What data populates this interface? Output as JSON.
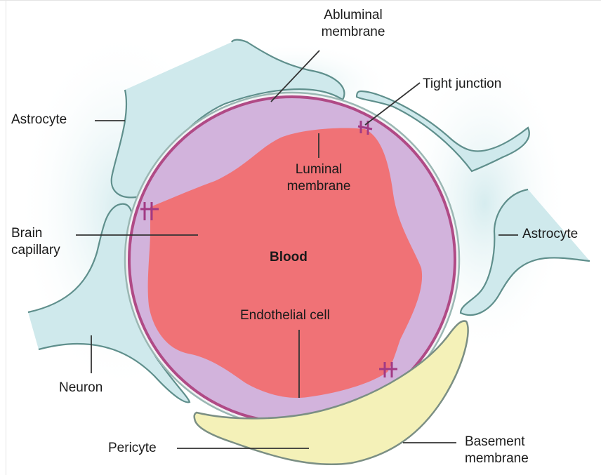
{
  "labels": {
    "abluminal": [
      "Abluminal",
      "membrane"
    ],
    "tight_junction": "Tight junction",
    "astrocyte_left": "Astrocyte",
    "luminal": [
      "Luminal",
      "membrane"
    ],
    "brain_capillary": [
      "Brain",
      "capillary"
    ],
    "blood": "Blood",
    "astrocyte_right": "Astrocyte",
    "endothelial": "Endothelial cell",
    "neuron": "Neuron",
    "pericyte": "Pericyte",
    "basement": [
      "Basement",
      "membrane"
    ]
  },
  "colors": {
    "astrocyte_fill": "#cfe9ec",
    "astrocyte_stroke": "#5f8f8c",
    "endothelial_fill": "#d2b3dc",
    "membrane_ring": "#b04a86",
    "blood_fill": "#f07276",
    "pericyte_fill": "#f4f1b8",
    "pericyte_stroke": "#7b8f84",
    "junction": "#a23a84",
    "leader_line": "#333333"
  }
}
